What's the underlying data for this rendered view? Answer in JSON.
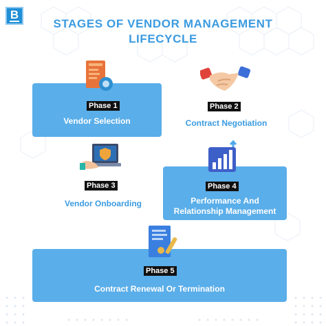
{
  "logo_letter": "B",
  "title_line1": "STAGES OF VENDOR MANAGEMENT",
  "title_line2": "LIFECYCLE",
  "phases": [
    {
      "badge": "Phase 1",
      "label": "Vendor Selection",
      "icon": "document-gear-icon"
    },
    {
      "badge": "Phase 2",
      "label": "Contract Negotiation",
      "icon": "handshake-icon"
    },
    {
      "badge": "Phase 3",
      "label": "Vendor Onboarding",
      "icon": "laptop-shield-icon"
    },
    {
      "badge": "Phase 4",
      "label_line1": "Performance And",
      "label_line2": "Relationship Management",
      "icon": "growth-chart-icon"
    },
    {
      "badge": "Phase 5",
      "label": "Contract Renewal Or Termination",
      "icon": "contract-pen-icon"
    }
  ],
  "colors": {
    "accent": "#3b9be0",
    "box": "#5aaee9",
    "badge": "#111111"
  }
}
